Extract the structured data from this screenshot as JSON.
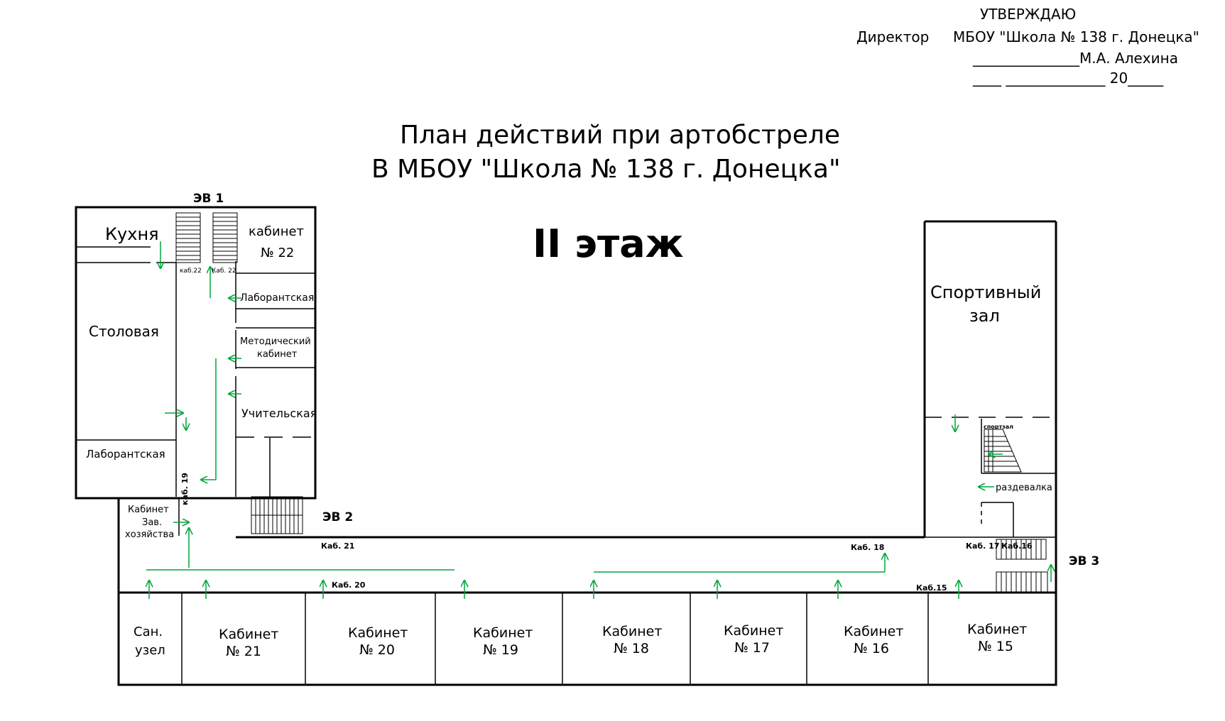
{
  "approval": {
    "heading": "УТВЕРЖДАЮ",
    "position": "Директор",
    "organization": "МБОУ \"Школа № 138 г. Донецка\"",
    "signature_line": "_______________М.А. Алехина",
    "date_line": "____ ______________ 20_____"
  },
  "title": {
    "line1": "План действий при артобстреле",
    "line2": "В  МБОУ \"Школа № 138 г. Донецка\""
  },
  "floor_label": "II этаж",
  "exits": {
    "ev1": "ЭВ 1",
    "ev2": "ЭВ 2",
    "ev3": "ЭВ 3"
  },
  "rooms": {
    "kitchen": "Кухня",
    "cabinet22_a": "кабинет",
    "cabinet22_b": "№ 22",
    "lab_top": "Лаборантская",
    "canteen": "Столовая",
    "method_a": "Методический",
    "method_b": "кабинет",
    "teachers": "Учительская",
    "lab_left": "Лаборантская",
    "zav_a": "Кабинет",
    "zav_b": "Зав.",
    "zav_c": "хозяйства",
    "gym_a": "Спортивный",
    "gym_b": "зал",
    "locker": "раздевалка",
    "gym_small": "спортзал",
    "wc_a": "Сан.",
    "wc_b": "узел",
    "k21_a": "Кабинет",
    "k21_b": "№ 21",
    "k20_a": "Кабинет",
    "k20_b": "№ 20",
    "k19_a": "Кабинет",
    "k19_b": "№ 19",
    "k18_a": "Кабинет",
    "k18_b": "№ 18",
    "k17_a": "Кабинет",
    "k17_b": "№ 17",
    "k16_a": "Кабинет",
    "k16_b": "№ 16",
    "k15_a": "Кабинет",
    "k15_b": "№ 15"
  },
  "small_labels": {
    "kab22_left": "каб.22",
    "kab22_right": "Каб. 22",
    "kab19": "каб. 19",
    "kab21": "Каб. 21",
    "kab20": "Каб. 20",
    "kab18": "Каб. 18",
    "kab17": "Каб. 17",
    "kab16": "Каб.16",
    "kab15": "Каб.15"
  },
  "colors": {
    "walls": "#000000",
    "evacuation_arrows": "#00a63c"
  }
}
